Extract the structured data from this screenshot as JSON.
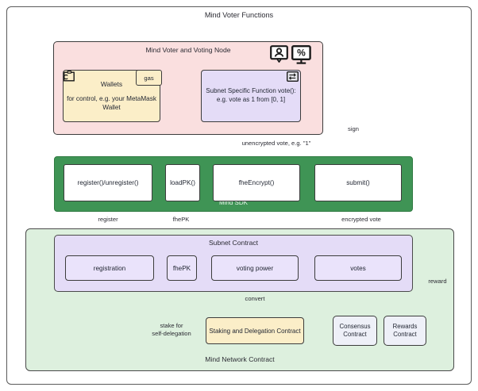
{
  "diagram": {
    "title": "Mind Voter Functions",
    "containers": {
      "voter_node": "Mind Voter and Voting Node",
      "sdk": "Mind SDK",
      "network_contract": "Mind Network Contract",
      "subnet_contract": "Subnet Contract"
    },
    "nodes": {
      "wallets": {
        "title": "Wallets",
        "body": "for control,\ne.g. your MetaMask Wallet",
        "badge": "gas",
        "icon": "wallet-icon"
      },
      "subnet_function": {
        "text": "Subnet Specific Function\nvote():\n\ne.g. vote as 1 from [0, 1]",
        "icon": "swap-arrows-icon"
      },
      "register_unregister": "register()/unregister()",
      "load_pk": "loadPK()",
      "fhe_encrypt": "fheEncrypt()",
      "submit": "submit()",
      "registration": "registration",
      "fhepk": "fhePK",
      "voting_power": "voting power",
      "votes": "votes",
      "staking": "Staking and Delegation Contract",
      "consensus": "Consensus\nContract",
      "rewards": "Rewards\nContract"
    },
    "edge_labels": {
      "unencrypted_vote": "unencrypted vote, e.g. \"1\"",
      "sign": "sign",
      "register": "register",
      "fhepk": "fhePK",
      "encrypted_vote": "encrypted vote",
      "convert": "convert",
      "stake": "stake for\nself-delegation",
      "reward": "reward"
    },
    "header_icons": [
      "voter-person-icon",
      "percent-monitor-icon"
    ],
    "colors": {
      "voter_node_bg": "#fadfdf",
      "sdk_bg": "#3f9455",
      "network_bg": "#ddf0de",
      "subnet_bg": "#e4dcf7",
      "wallet_bg": "#fbeec8",
      "stroke": "#3c3c3c"
    }
  }
}
